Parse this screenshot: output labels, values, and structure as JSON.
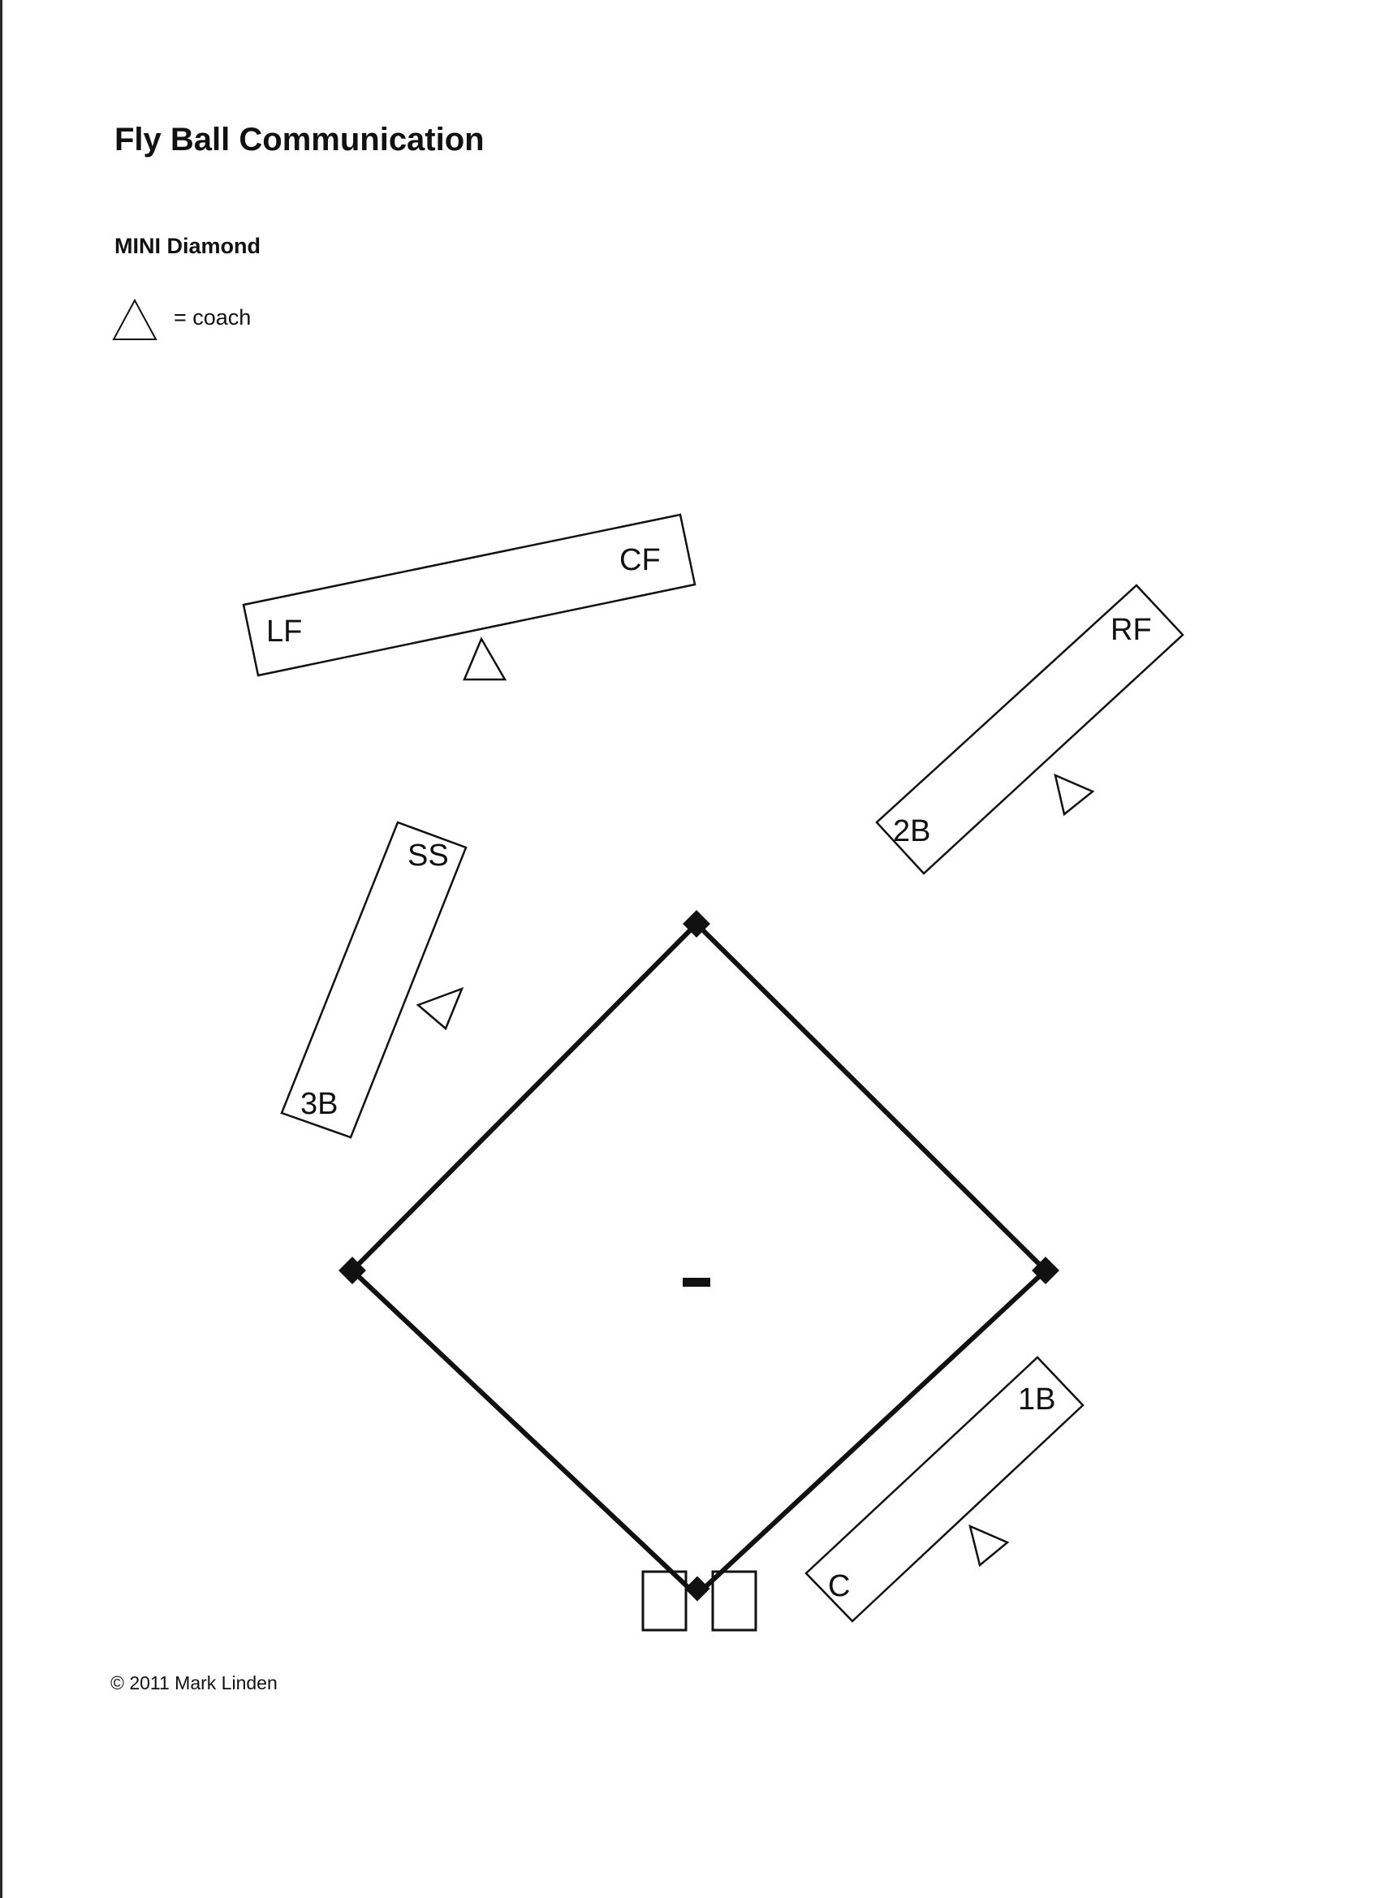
{
  "header": {
    "title": "Fly Ball Communication",
    "subtitle": "MINI Diamond"
  },
  "legend": {
    "symbol": "triangle-icon",
    "text": "= coach"
  },
  "positions": {
    "lf": "LF",
    "cf": "CF",
    "rf": "RF",
    "second_base": "2B",
    "shortstop": "SS",
    "third_base": "3B",
    "first_base": "1B",
    "catcher": "C"
  },
  "footer": {
    "copyright": "© 2011 Mark Linden"
  },
  "colors": {
    "ink": "#111111",
    "background": "#ffffff"
  }
}
